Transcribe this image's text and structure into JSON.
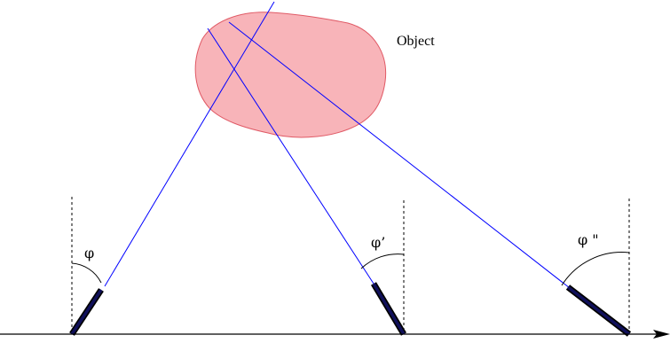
{
  "object_label": "Object",
  "angle_labels": {
    "first": "φ",
    "second": "φ’",
    "third": "φ \""
  },
  "colors": {
    "object_fill": "#f8b4b9",
    "object_stroke": "#e05a66",
    "ray": "#0000ff",
    "detector": "#10105a",
    "axis": "#000000",
    "dashed": "#000000"
  }
}
